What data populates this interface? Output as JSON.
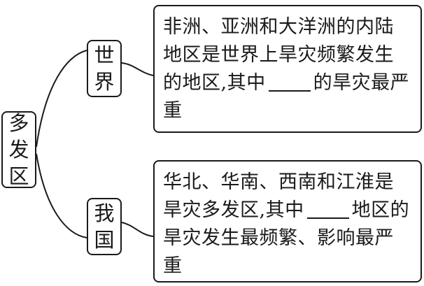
{
  "root": {
    "chars": [
      "多",
      "发",
      "区"
    ]
  },
  "branches": [
    {
      "label_chars": [
        "世",
        "界"
      ],
      "text_before": "非洲、亚洲和大洋洲的内陆地区是世界上旱灾频繁发生的地区,其中",
      "text_after": "的旱灾最严重"
    },
    {
      "label_chars": [
        "我",
        "国"
      ],
      "text_before": "华北、华南、西南和江淮是旱灾多发区,其中",
      "text_after": "地区的旱灾发生最频繁、影响最严重"
    }
  ]
}
